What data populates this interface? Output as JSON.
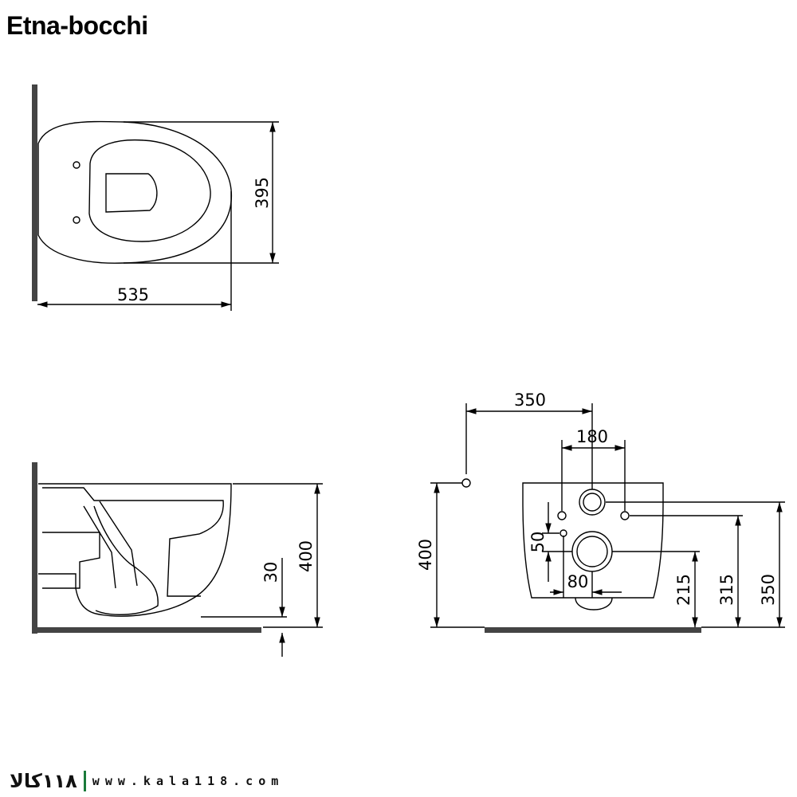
{
  "title": "Etna-bocchi",
  "dimensions": {
    "top_width": "535",
    "top_depth": "395",
    "side_height": "400",
    "side_offset": "30",
    "front_inlet_offset": "350",
    "front_bolt_spacing": "180",
    "front_height": "400",
    "front_50": "50",
    "front_80": "80",
    "front_215": "215",
    "front_315": "315",
    "front_350_v": "350"
  },
  "footer": {
    "logo": "١١٨كالا",
    "website": "www.kala118.com"
  },
  "colors": {
    "line": "#000000",
    "floor": "#444444",
    "logo_accent": "#1a7a3a"
  }
}
